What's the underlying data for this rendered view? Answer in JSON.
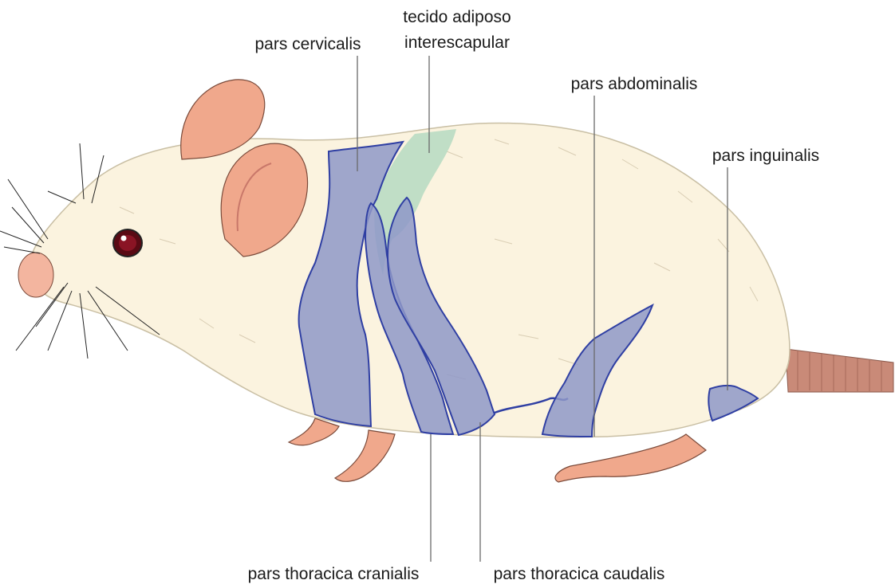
{
  "labels": {
    "pars_cervicalis": "pars cervicalis",
    "tecido_adiposo_line1": "tecido adiposo",
    "tecido_adiposo_line2": "interescapular",
    "pars_abdominalis": "pars abdominalis",
    "pars_inguinalis": "pars inguinalis",
    "pars_thoracica_cranialis": "pars thoracica cranialis",
    "pars_thoracica_caudalis": "pars thoracica caudalis"
  },
  "colors": {
    "body": "#fbf3df",
    "fat_depot": "#8e98c8",
    "fat_outline": "#2f3fa3",
    "interscapular_fat": "#b9dcc3",
    "skin": "#f0a88c",
    "tail": "#c98a78"
  }
}
